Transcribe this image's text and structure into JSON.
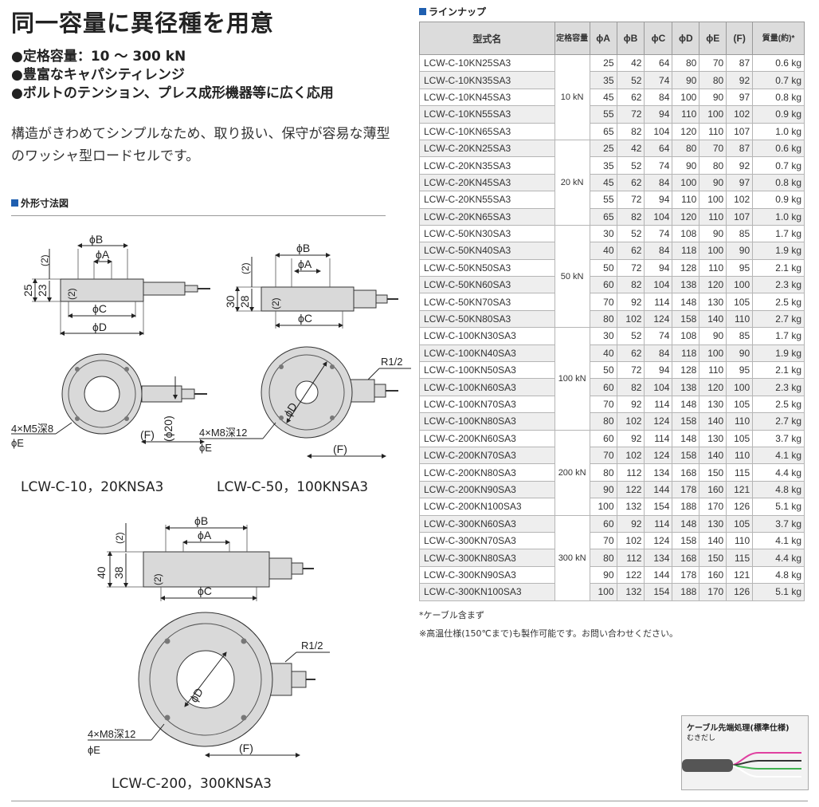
{
  "title": "同一容量に異径種を用意",
  "bullets": [
    "●定格容量：10 ～ 300 kN",
    "●豊富なキャパシティレンジ",
    "●ボルトのテンション、プレス成形機器等に広く応用"
  ],
  "description": "構造がきわめてシンプルなため、取り扱い、保守が容易な薄型のワッシャ型ロードセルです。",
  "dimension_section": "外形寸法図",
  "lineup_section": "ラインナップ",
  "drawings": {
    "d1": {
      "phiB": "ϕB",
      "phiA": "ϕA",
      "two_top": "(2)",
      "two_in": "(2)",
      "h1": "25",
      "h2": "23",
      "phiC": "ϕC",
      "phiD": "ϕD",
      "hole": "4×M5深8",
      "phiE": "ϕE",
      "F": "(F)",
      "phi20": "(ϕ20)"
    },
    "d2": {
      "phiB": "ϕB",
      "phiA": "ϕA",
      "two_top": "(2)",
      "two_in": "(2)",
      "h1": "30",
      "h2": "28",
      "phiC": "ϕC",
      "phiD": "ϕD",
      "hole": "4×M8深12",
      "phiE": "ϕE",
      "F": "(F)",
      "r": "R1/2"
    },
    "d3": {
      "phiB": "ϕB",
      "phiA": "ϕA",
      "two_top": "(2)",
      "two_in": "(2)",
      "h1": "40",
      "h2": "38",
      "phiC": "ϕC",
      "phiD": "ϕD",
      "hole": "4×M8深12",
      "phiE": "ϕE",
      "F": "(F)",
      "r": "R1/2"
    }
  },
  "captions": [
    "LCW-C-10，20KNSA3",
    "LCW-C-50，100KNSA3",
    "LCW-C-200，300KNSA3"
  ],
  "table": {
    "headers": [
      "型式名",
      "定格容量",
      "ϕA",
      "ϕB",
      "ϕC",
      "ϕD",
      "ϕE",
      "(F)",
      "質量(約)*"
    ],
    "groups": [
      {
        "capacity": "10 kN",
        "rows": [
          [
            "LCW-C-10KN25SA3",
            "25",
            "42",
            "64",
            "80",
            "70",
            "87",
            "0.6 kg"
          ],
          [
            "LCW-C-10KN35SA3",
            "35",
            "52",
            "74",
            "90",
            "80",
            "92",
            "0.7 kg"
          ],
          [
            "LCW-C-10KN45SA3",
            "45",
            "62",
            "84",
            "100",
            "90",
            "97",
            "0.8 kg"
          ],
          [
            "LCW-C-10KN55SA3",
            "55",
            "72",
            "94",
            "110",
            "100",
            "102",
            "0.9 kg"
          ],
          [
            "LCW-C-10KN65SA3",
            "65",
            "82",
            "104",
            "120",
            "110",
            "107",
            "1.0 kg"
          ]
        ]
      },
      {
        "capacity": "20 kN",
        "rows": [
          [
            "LCW-C-20KN25SA3",
            "25",
            "42",
            "64",
            "80",
            "70",
            "87",
            "0.6 kg"
          ],
          [
            "LCW-C-20KN35SA3",
            "35",
            "52",
            "74",
            "90",
            "80",
            "92",
            "0.7 kg"
          ],
          [
            "LCW-C-20KN45SA3",
            "45",
            "62",
            "84",
            "100",
            "90",
            "97",
            "0.8 kg"
          ],
          [
            "LCW-C-20KN55SA3",
            "55",
            "72",
            "94",
            "110",
            "100",
            "102",
            "0.9 kg"
          ],
          [
            "LCW-C-20KN65SA3",
            "65",
            "82",
            "104",
            "120",
            "110",
            "107",
            "1.0 kg"
          ]
        ]
      },
      {
        "capacity": "50 kN",
        "rows": [
          [
            "LCW-C-50KN30SA3",
            "30",
            "52",
            "74",
            "108",
            "90",
            "85",
            "1.7 kg"
          ],
          [
            "LCW-C-50KN40SA3",
            "40",
            "62",
            "84",
            "118",
            "100",
            "90",
            "1.9 kg"
          ],
          [
            "LCW-C-50KN50SA3",
            "50",
            "72",
            "94",
            "128",
            "110",
            "95",
            "2.1 kg"
          ],
          [
            "LCW-C-50KN60SA3",
            "60",
            "82",
            "104",
            "138",
            "120",
            "100",
            "2.3 kg"
          ],
          [
            "LCW-C-50KN70SA3",
            "70",
            "92",
            "114",
            "148",
            "130",
            "105",
            "2.5 kg"
          ],
          [
            "LCW-C-50KN80SA3",
            "80",
            "102",
            "124",
            "158",
            "140",
            "110",
            "2.7 kg"
          ]
        ]
      },
      {
        "capacity": "100 kN",
        "rows": [
          [
            "LCW-C-100KN30SA3",
            "30",
            "52",
            "74",
            "108",
            "90",
            "85",
            "1.7 kg"
          ],
          [
            "LCW-C-100KN40SA3",
            "40",
            "62",
            "84",
            "118",
            "100",
            "90",
            "1.9 kg"
          ],
          [
            "LCW-C-100KN50SA3",
            "50",
            "72",
            "94",
            "128",
            "110",
            "95",
            "2.1 kg"
          ],
          [
            "LCW-C-100KN60SA3",
            "60",
            "82",
            "104",
            "138",
            "120",
            "100",
            "2.3 kg"
          ],
          [
            "LCW-C-100KN70SA3",
            "70",
            "92",
            "114",
            "148",
            "130",
            "105",
            "2.5 kg"
          ],
          [
            "LCW-C-100KN80SA3",
            "80",
            "102",
            "124",
            "158",
            "140",
            "110",
            "2.7 kg"
          ]
        ]
      },
      {
        "capacity": "200 kN",
        "rows": [
          [
            "LCW-C-200KN60SA3",
            "60",
            "92",
            "114",
            "148",
            "130",
            "105",
            "3.7 kg"
          ],
          [
            "LCW-C-200KN70SA3",
            "70",
            "102",
            "124",
            "158",
            "140",
            "110",
            "4.1 kg"
          ],
          [
            "LCW-C-200KN80SA3",
            "80",
            "112",
            "134",
            "168",
            "150",
            "115",
            "4.4 kg"
          ],
          [
            "LCW-C-200KN90SA3",
            "90",
            "122",
            "144",
            "178",
            "160",
            "121",
            "4.8 kg"
          ],
          [
            "LCW-C-200KN100SA3",
            "100",
            "132",
            "154",
            "188",
            "170",
            "126",
            "5.1 kg"
          ]
        ]
      },
      {
        "capacity": "300 kN",
        "rows": [
          [
            "LCW-C-300KN60SA3",
            "60",
            "92",
            "114",
            "148",
            "130",
            "105",
            "3.7 kg"
          ],
          [
            "LCW-C-300KN70SA3",
            "70",
            "102",
            "124",
            "158",
            "140",
            "110",
            "4.1 kg"
          ],
          [
            "LCW-C-300KN80SA3",
            "80",
            "112",
            "134",
            "168",
            "150",
            "115",
            "4.4 kg"
          ],
          [
            "LCW-C-300KN90SA3",
            "90",
            "122",
            "144",
            "178",
            "160",
            "121",
            "4.8 kg"
          ],
          [
            "LCW-C-300KN100SA3",
            "100",
            "132",
            "154",
            "188",
            "170",
            "126",
            "5.1 kg"
          ]
        ]
      }
    ]
  },
  "notes": [
    "*ケーブル含まず",
    "※高温仕様(150℃まで)も製作可能です。お問い合わせください。"
  ],
  "cable": {
    "title": "ケーブル先端処理(標準仕様)",
    "sub": "むきだし"
  },
  "colors": {
    "accent": "#1f5fb0",
    "header_bg": "#dcdcdc",
    "body_gray": "#d9d9d9"
  }
}
